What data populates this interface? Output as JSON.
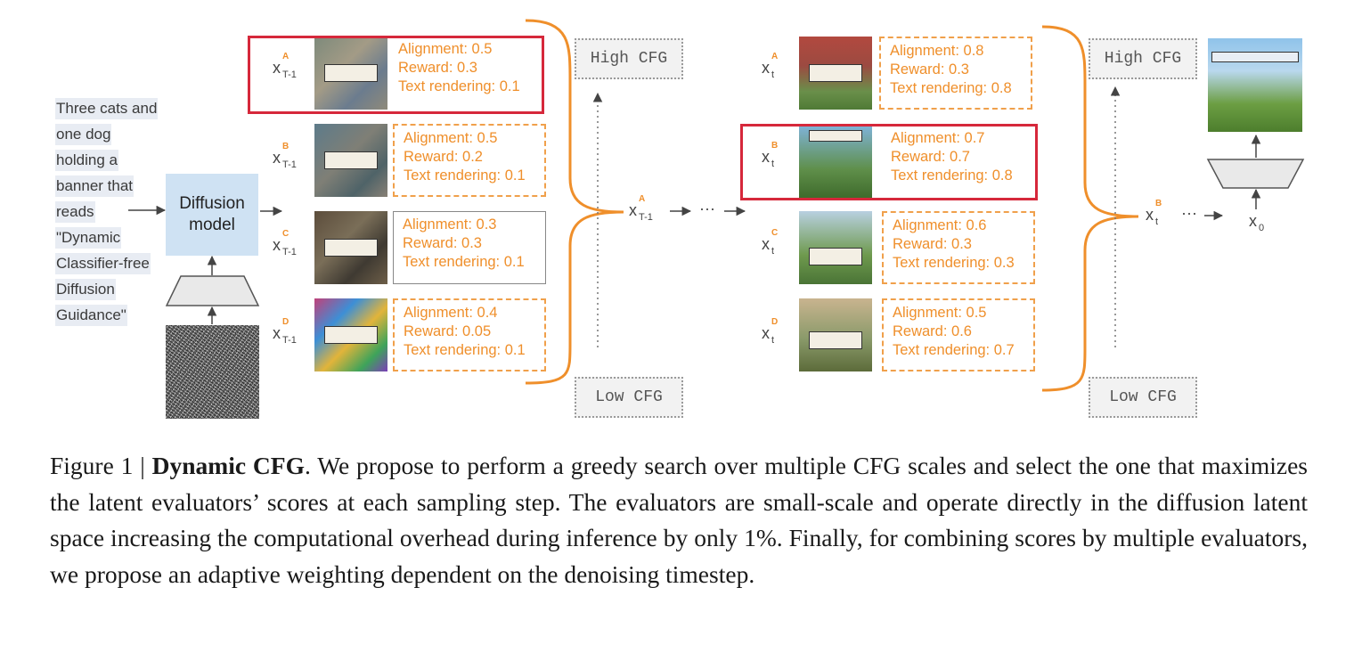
{
  "prompt": {
    "lines": [
      "Three cats and",
      "one dog",
      "holding a",
      "banner that",
      "reads",
      "\"Dynamic",
      "Classifier-free",
      "Diffusion",
      "Guidance\""
    ]
  },
  "model": {
    "label_line1": "Diffusion",
    "label_line2": "model"
  },
  "step1": {
    "candidates": [
      {
        "letter": "A",
        "subscript": "T-1",
        "alignment": "Alignment: 0.5",
        "reward": "Reward: 0.3",
        "text_rendering": "Text rendering: 0.1",
        "selected": true
      },
      {
        "letter": "B",
        "subscript": "T-1",
        "alignment": "Alignment: 0.5",
        "reward": "Reward: 0.2",
        "text_rendering": "Text rendering: 0.1",
        "selected": false
      },
      {
        "letter": "C",
        "subscript": "T-1",
        "alignment": "Alignment: 0.3",
        "reward": "Reward: 0.3",
        "text_rendering": "Text rendering: 0.1",
        "selected": false
      },
      {
        "letter": "D",
        "subscript": "T-1",
        "alignment": "Alignment: 0.4",
        "reward": "Reward: 0.05",
        "text_rendering": "Text rendering: 0.1",
        "selected": false
      }
    ],
    "selected_letter": "A",
    "selected_subscript": "T-1"
  },
  "step2": {
    "candidates": [
      {
        "letter": "A",
        "subscript": "t",
        "alignment": "Alignment: 0.8",
        "reward": "Reward: 0.3",
        "text_rendering": "Text rendering: 0.8",
        "selected": false
      },
      {
        "letter": "B",
        "subscript": "t",
        "alignment": "Alignment: 0.7",
        "reward": "Reward: 0.7",
        "text_rendering": "Text rendering: 0.8",
        "selected": true
      },
      {
        "letter": "C",
        "subscript": "t",
        "alignment": "Alignment: 0.6",
        "reward": "Reward: 0.3",
        "text_rendering": "Text rendering: 0.3",
        "selected": false
      },
      {
        "letter": "D",
        "subscript": "t",
        "alignment": "Alignment: 0.5",
        "reward": "Reward: 0.6",
        "text_rendering": "Text rendering: 0.7",
        "selected": false
      }
    ],
    "selected_letter": "B",
    "selected_subscript": "t"
  },
  "cfg": {
    "high": "High CFG",
    "low": "Low CFG"
  },
  "ellipsis": "···",
  "final": {
    "label": "x",
    "subscript": "0"
  },
  "caption": {
    "prefix": "Figure 1 | ",
    "title": "Dynamic CFG",
    "body": ". We propose to perform a greedy search over multiple CFG scales and select the one that maximizes the latent evaluators’ scores at each sampling step. The evaluators are small-scale and operate directly in the diffusion latent space increasing the computational overhead during inference by only 1%. Finally, for combining scores by multiple evaluators, we propose an adaptive weighting dependent on the denoising timestep."
  },
  "colors": {
    "orange": "#ef8f2b",
    "selection_red": "#d6283b",
    "model_blue": "#cfe2f3",
    "prompt_bg": "#e8ecf3"
  }
}
